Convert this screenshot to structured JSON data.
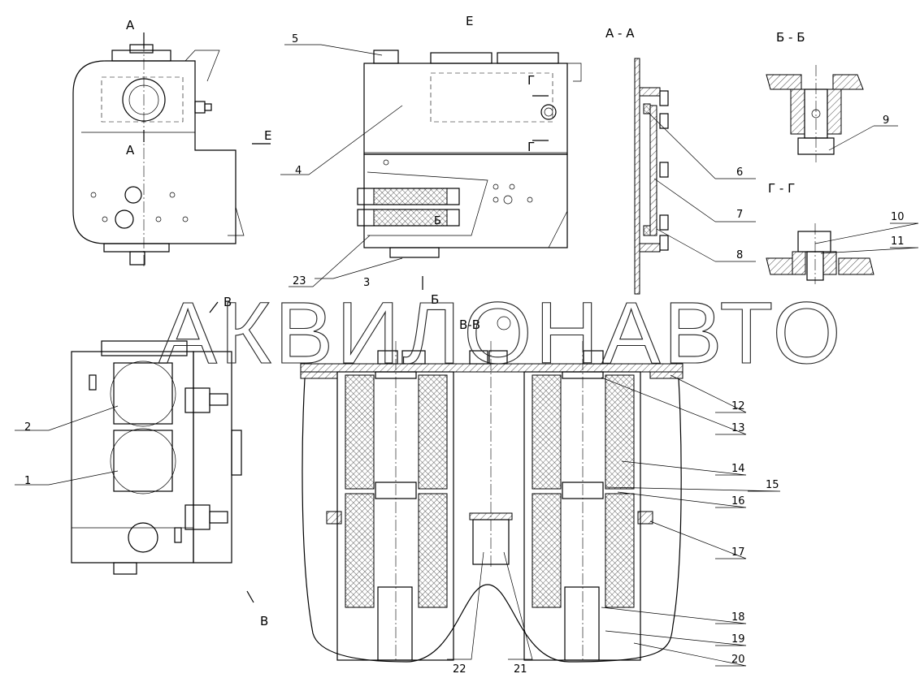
{
  "watermark": "АКВИЛОНАВТО",
  "views": {
    "view_e": "Е",
    "section_aa": "А - А",
    "section_bb": "Б - Б",
    "section_gg": "Г - Г",
    "section_vv": "В-В"
  },
  "section_marks": {
    "a_top": "А",
    "a_bottom": "А",
    "e_arrow": "Е",
    "b_arrow": "Б",
    "b_filter": "Б",
    "g_top": "Г",
    "g_bottom": "Г",
    "v_top": "В",
    "v_bottom": "В"
  },
  "callouts": [
    "1",
    "2",
    "3",
    "4",
    "5",
    "6",
    "7",
    "8",
    "9",
    "10",
    "11",
    "12",
    "13",
    "14",
    "15",
    "16",
    "17",
    "18",
    "19",
    "20",
    "21",
    "22",
    "23"
  ]
}
